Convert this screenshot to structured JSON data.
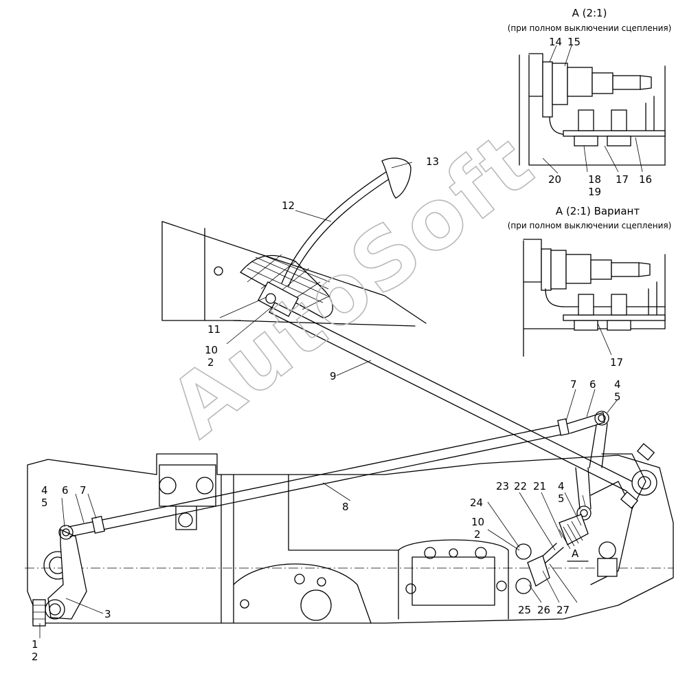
{
  "watermark": "AutoSoft",
  "detail_views": [
    {
      "title": "А (2:1)",
      "subtitle": "(при полном выключении сцепления)"
    },
    {
      "title": "А (2:1) Вариант",
      "subtitle": "(при полном выключении сцепления)"
    }
  ],
  "section_marker": "А",
  "labels": {
    "l1": "1",
    "l2a": "2",
    "l2b": "2",
    "l2c": "2",
    "l3": "3",
    "l4a": "4",
    "l4b": "4",
    "l4c": "4",
    "l5a": "5",
    "l5b": "5",
    "l5c": "5",
    "l6a": "6",
    "l6b": "6",
    "l7a": "7",
    "l7b": "7",
    "l8": "8",
    "l9": "9",
    "l10a": "10",
    "l10b": "10",
    "l11": "11",
    "l12": "12",
    "l13": "13",
    "l14": "14",
    "l15": "15",
    "l16": "16",
    "l17a": "17",
    "l17b": "17",
    "l18": "18",
    "l19": "19",
    "l20": "20",
    "l21": "21",
    "l22": "22",
    "l23": "23",
    "l24": "24",
    "l25": "25",
    "l26": "26",
    "l27": "27"
  }
}
